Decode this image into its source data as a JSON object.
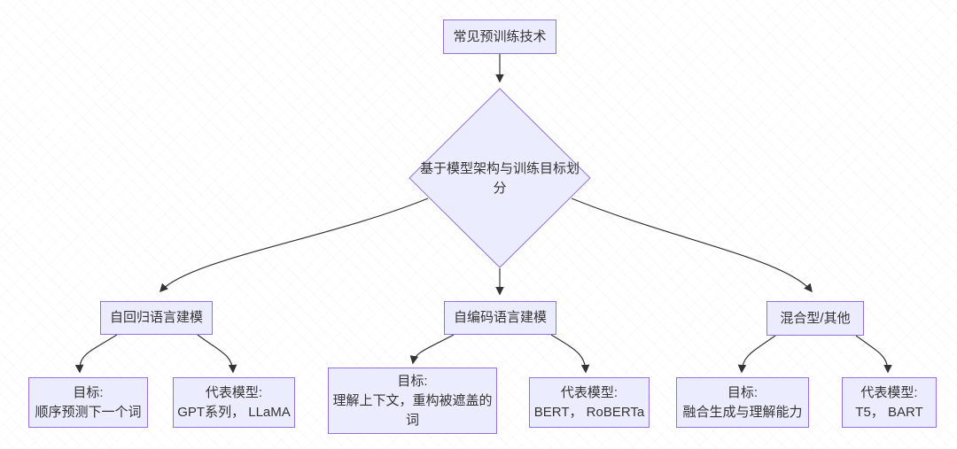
{
  "diagram": {
    "root": {
      "label": "常见预训练技术"
    },
    "decision": {
      "label": "基于模型架构与训练目标划\n分"
    },
    "branches": [
      {
        "label": "自回归语言建模",
        "goal": "目标:\n顺序预测下一个词",
        "models": "代表模型:\nGPT系列， LLaMA"
      },
      {
        "label": "自编码语言建模",
        "goal": "目标:\n理解上下文，重构被遮盖的\n词",
        "models": "代表模型:\nBERT， RoBERTa"
      },
      {
        "label": "混合型/其他",
        "goal": "目标:\n融合生成与理解能力",
        "models": "代表模型:\nT5， BART"
      }
    ],
    "colors": {
      "node_fill": "#ECECFF",
      "node_border": "#9370DB",
      "text": "#333333",
      "edge": "#333333",
      "background": "#ffffff"
    }
  }
}
